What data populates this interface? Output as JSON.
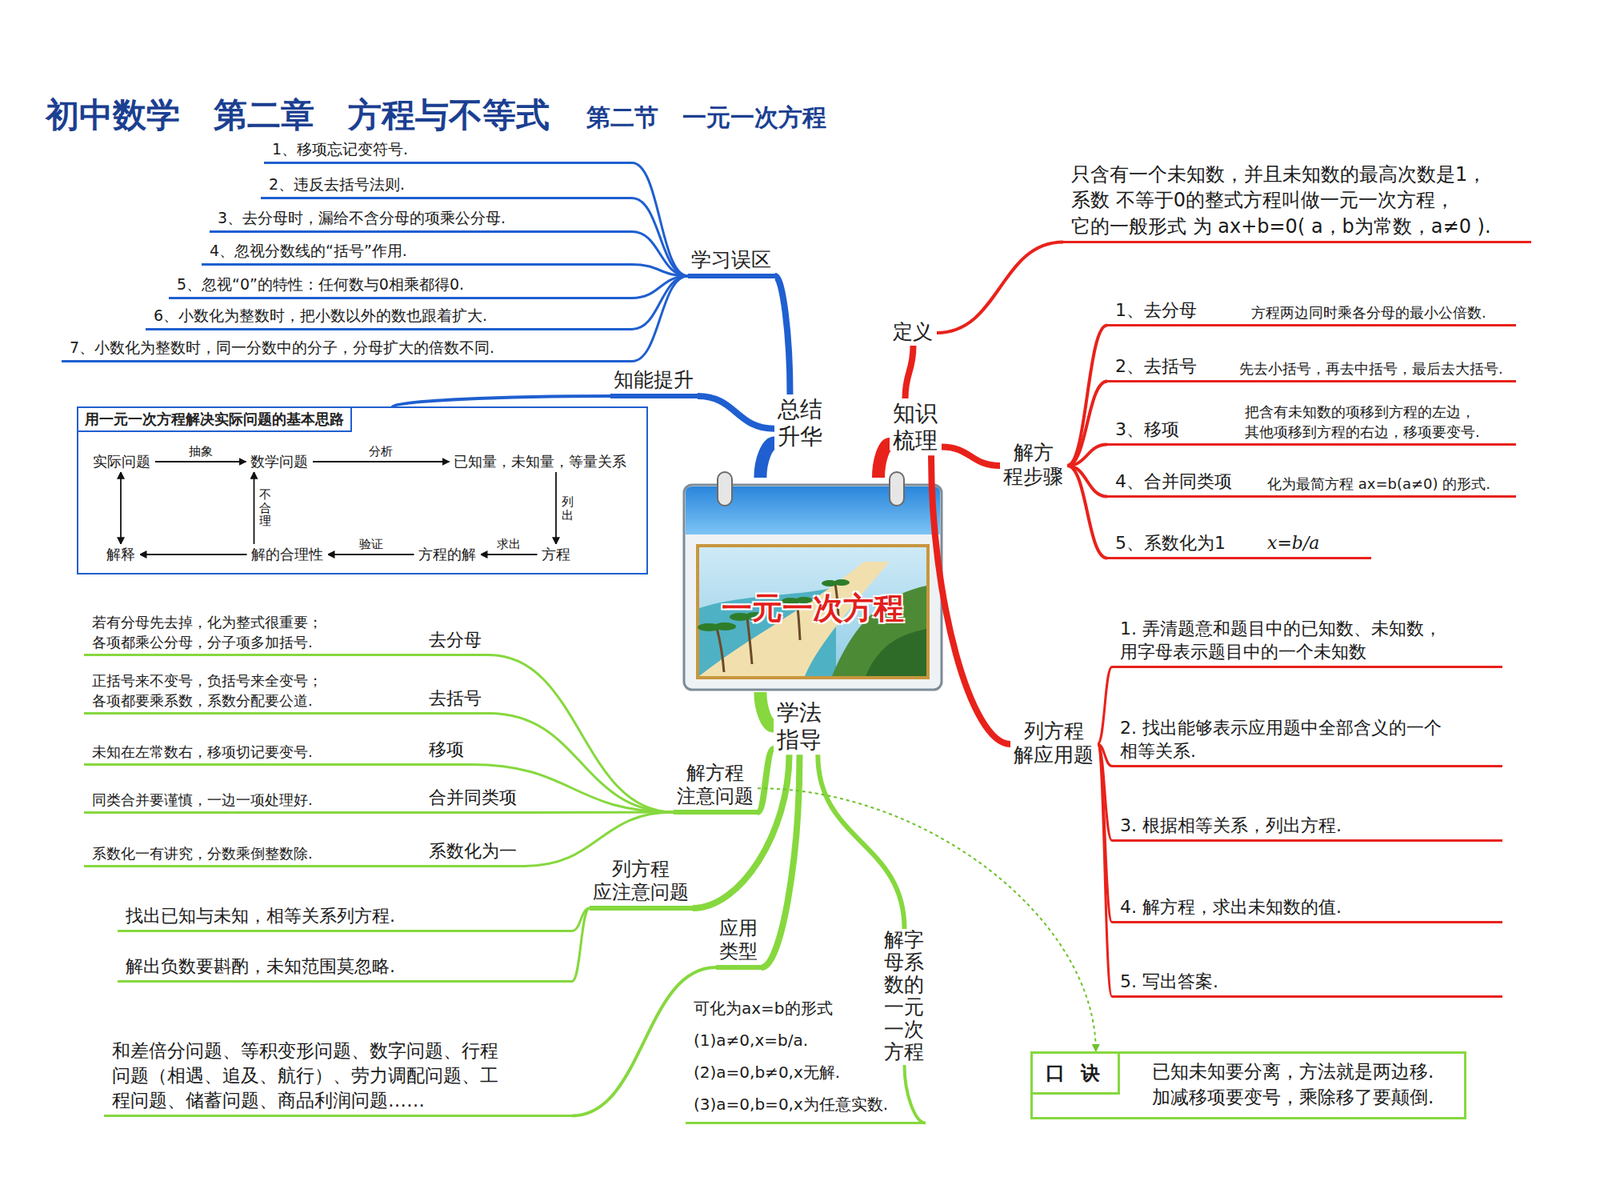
{
  "diagram": {
    "title": "初中数学　第二章　方程与不等式",
    "nodes": [
      {
        "text": [
          "一元一次方程"
        ]
      },
      {
        "text": [
          "总结 升华"
        ]
      },
      {
        "text": [
          "学习误区"
        ]
      },
      {
        "text": [
          "1、移项忘记变符号."
        ]
      },
      {
        "text": [
          "2、违反去括号法则."
        ]
      },
      {
        "text": [
          "3、去分母时，漏给不含分母的项乘公分母."
        ]
      },
      {
        "text": [
          "4、忽视分数线的“括号”作用."
        ]
      },
      {
        "text": [
          "5、忽视“0”的特性：任何数与0相乘都得0."
        ]
      },
      {
        "text": [
          "6、小数化为整数时，把小数以外的数也跟着扩大."
        ]
      },
      {
        "text": [
          "7、小数化为整数时，同一分数中的分子，分母扩大的倍数不同."
        ]
      },
      {
        "text": [
          "知能提升"
        ]
      },
      {
        "text": [
          "用一元一次方程解决实际问题的基本思路"
        ]
      },
      {
        "text": [
          "实际问题"
        ],
        "in": 11
      },
      {
        "text": [
          "数学问题"
        ],
        "in": 11
      },
      {
        "text": [
          "已知量，未知量，等量关系"
        ],
        "in": 11
      },
      {
        "text": [
          "方程"
        ],
        "in": 11
      },
      {
        "text": [
          "方程的解"
        ],
        "in": 11
      },
      {
        "text": [
          "解的合理性"
        ],
        "in": 11
      },
      {
        "text": [
          "解释"
        ],
        "in": 11
      },
      {
        "text": [
          "知识 梳理"
        ]
      },
      {
        "text": [
          "定义"
        ]
      },
      {
        "text": [
          "只含有一个未知数，并且未知数的最高次数是1，系数 不等于0的整式方程叫做一元一次方程，它的一般形式 为 ax+b=0( a，b为常数，a≠0 )."
        ]
      },
      {
        "text": [
          "解方 程步骤"
        ]
      },
      {
        "text": [
          "1、去分母"
        ]
      },
      {
        "text": [
          "方程两边同时乘各分母的最小公倍数."
        ]
      },
      {
        "text": [
          "2、去括号"
        ]
      },
      {
        "text": [
          "先去小括号，再去中括号，最后去大括号."
        ]
      },
      {
        "text": [
          "3、移项"
        ]
      },
      {
        "text": [
          "把含有未知数的项移到方程的左边， 其他项移到方程的右边，移项要变号."
        ]
      },
      {
        "text": [
          "4、合并同类项"
        ]
      },
      {
        "text": [
          "化为最简方程 ax=b(a≠0) 的形式."
        ]
      },
      {
        "text": [
          "5、系数化为1"
        ]
      },
      {
        "text": [
          "x=b/a"
        ]
      },
      {
        "text": [
          "列方程 解应用题"
        ]
      },
      {
        "text": [
          "1. 弄清题意和题目中的已知数、未知数， 用字母表示题目中的一个未知数"
        ]
      },
      {
        "text": [
          "2. 找出能够表示应用题中全部含义的一个 相等关系."
        ]
      },
      {
        "text": [
          "3. 根据相等关系，列出方程."
        ]
      },
      {
        "text": [
          "4. 解方程，求出未知数的值."
        ]
      },
      {
        "text": [
          "5. 写出答案."
        ]
      },
      {
        "text": [
          "学法 指导"
        ]
      },
      {
        "text": [
          "解方程 注意问题"
        ]
      },
      {
        "text": [
          "去分母"
        ]
      },
      {
        "text": [
          "若有分母先去掉，化为整式很重要； 各项都乘公分母，分子项多加括号."
        ]
      },
      {
        "text": [
          "去括号"
        ]
      },
      {
        "text": [
          "正括号来不变号，负括号来全变号； 各项都要乘系数，系数分配要公道."
        ]
      },
      {
        "text": [
          "移项"
        ]
      },
      {
        "text": [
          "未知在左常数右，移项切记要变号."
        ]
      },
      {
        "text": [
          "合并同类项"
        ]
      },
      {
        "text": [
          "同类合并要谨慎，一边一项处理好."
        ]
      },
      {
        "text": [
          "系数化为一"
        ]
      },
      {
        "text": [
          "系数化一有讲究，分数乘倒整数除."
        ]
      },
      {
        "text": [
          "列方程 应注意问题"
        ]
      },
      {
        "text": [
          "找出已知与未知，相等关系列方程."
        ]
      },
      {
        "text": [
          "解出负数要斟酌，未知范围莫忽略."
        ]
      },
      {
        "text": [
          "应用 类型"
        ]
      },
      {
        "text": [
          "和差倍分问题、等积变形问题、数字问题、行程 问题（相遇、追及、航行）、劳力调配问题、工 程问题、储蓄问题、商品利润问题……"
        ]
      },
      {
        "text": [
          "解字 母系 数的 一元 一次 方程"
        ]
      },
      {
        "text": [
          "可化为ax=b的形式",
          "(1)a≠0,x=b/a.",
          "(2)a=0,b≠0,x无解.",
          "(3)a=0,b=0,x为任意实数."
        ]
      },
      {
        "text": [
          "口 诀",
          "已知未知要分离，方法就是两边移. 加减移项要变号，乘除移了要颠倒."
        ]
      }
    ],
    "edges": [
      {
        "from": 0,
        "to": 1,
        "arrow": "none"
      },
      {
        "from": 1,
        "to": 2,
        "arrow": "none"
      },
      {
        "from": 2,
        "to": 3,
        "arrow": "none"
      },
      {
        "from": 2,
        "to": 4,
        "arrow": "none"
      },
      {
        "from": 2,
        "to": 5,
        "arrow": "none"
      },
      {
        "from": 2,
        "to": 6,
        "arrow": "none"
      },
      {
        "from": 2,
        "to": 7,
        "arrow": "none"
      },
      {
        "from": 2,
        "to": 8,
        "arrow": "none"
      },
      {
        "from": 2,
        "to": 9,
        "arrow": "none"
      },
      {
        "from": 1,
        "to": 10,
        "arrow": "none"
      },
      {
        "from": 10,
        "to": 11,
        "arrow": "none"
      },
      {
        "from": 12,
        "to": 13,
        "label": "抽象",
        "arrow": "to"
      },
      {
        "from": 13,
        "to": 14,
        "label": "分析",
        "arrow": "to"
      },
      {
        "from": 14,
        "to": 15,
        "label": "列出",
        "arrow": "to"
      },
      {
        "from": 15,
        "to": 16,
        "label": "求出",
        "arrow": "to"
      },
      {
        "from": 16,
        "to": 17,
        "label": "验证",
        "arrow": "to"
      },
      {
        "from": 17,
        "to": 13,
        "label": "不合理",
        "arrow": "to"
      },
      {
        "from": 17,
        "to": 18,
        "arrow": "to"
      },
      {
        "from": 12,
        "to": 18,
        "arrow": "both"
      },
      {
        "from": 0,
        "to": 19,
        "arrow": "none"
      },
      {
        "from": 19,
        "to": 20,
        "arrow": "none"
      },
      {
        "from": 20,
        "to": 21,
        "arrow": "none"
      },
      {
        "from": 19,
        "to": 22,
        "arrow": "none"
      },
      {
        "from": 22,
        "to": 23,
        "arrow": "none"
      },
      {
        "from": 23,
        "to": 24,
        "arrow": "none"
      },
      {
        "from": 22,
        "to": 25,
        "arrow": "none"
      },
      {
        "from": 25,
        "to": 26,
        "arrow": "none"
      },
      {
        "from": 22,
        "to": 27,
        "arrow": "none"
      },
      {
        "from": 27,
        "to": 28,
        "arrow": "none"
      },
      {
        "from": 22,
        "to": 29,
        "arrow": "none"
      },
      {
        "from": 29,
        "to": 30,
        "arrow": "none"
      },
      {
        "from": 22,
        "to": 31,
        "arrow": "none"
      },
      {
        "from": 31,
        "to": 32,
        "arrow": "none"
      },
      {
        "from": 19,
        "to": 33,
        "arrow": "none"
      },
      {
        "from": 33,
        "to": 34,
        "arrow": "none"
      },
      {
        "from": 33,
        "to": 35,
        "arrow": "none"
      },
      {
        "from": 33,
        "to": 36,
        "arrow": "none"
      },
      {
        "from": 33,
        "to": 37,
        "arrow": "none"
      },
      {
        "from": 33,
        "to": 38,
        "arrow": "none"
      },
      {
        "from": 0,
        "to": 39,
        "arrow": "none"
      },
      {
        "from": 39,
        "to": 40,
        "arrow": "none"
      },
      {
        "from": 40,
        "to": 41,
        "arrow": "none"
      },
      {
        "from": 41,
        "to": 42,
        "arrow": "none"
      },
      {
        "from": 40,
        "to": 43,
        "arrow": "none"
      },
      {
        "from": 43,
        "to": 44,
        "arrow": "none"
      },
      {
        "from": 40,
        "to": 45,
        "arrow": "none"
      },
      {
        "from": 45,
        "to": 46,
        "arrow": "none"
      },
      {
        "from": 40,
        "to": 47,
        "arrow": "none"
      },
      {
        "from": 47,
        "to": 48,
        "arrow": "none"
      },
      {
        "from": 40,
        "to": 49,
        "arrow": "none"
      },
      {
        "from": 49,
        "to": 50,
        "arrow": "none"
      },
      {
        "from": 39,
        "to": 51,
        "arrow": "none"
      },
      {
        "from": 51,
        "to": 52,
        "arrow": "none"
      },
      {
        "from": 51,
        "to": 53,
        "arrow": "none"
      },
      {
        "from": 39,
        "to": 54,
        "arrow": "none"
      },
      {
        "from": 54,
        "to": 55,
        "arrow": "none"
      },
      {
        "from": 39,
        "to": 56,
        "arrow": "none"
      },
      {
        "from": 56,
        "to": 57,
        "arrow": "none"
      },
      {
        "from": 40,
        "to": 58,
        "arrow": "to"
      }
    ],
    "labels": [
      "第二节　一元一次方程"
    ]
  }
}
